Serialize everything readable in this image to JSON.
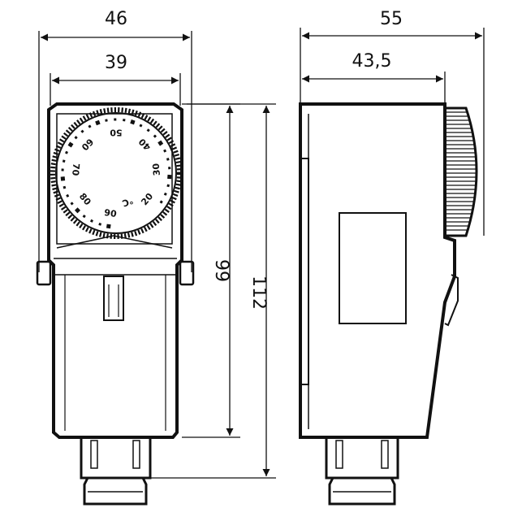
{
  "dimensions": {
    "width_outer": "46",
    "width_inner": "39",
    "side_depth_outer": "55",
    "side_depth_inner": "43,5",
    "height_body": "99",
    "height_total": "112"
  },
  "dial": {
    "labels": [
      "20",
      "30",
      "40",
      "50",
      "60",
      "70",
      "80",
      "90"
    ],
    "unit": "°C"
  }
}
